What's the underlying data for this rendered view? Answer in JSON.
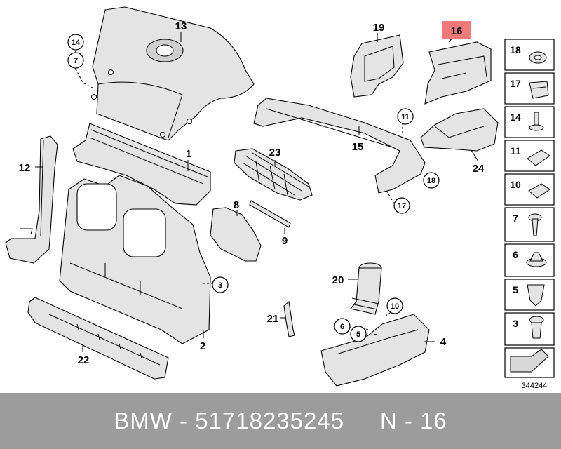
{
  "diagram": {
    "labels": {
      "p1": "1",
      "p2": "2",
      "p4": "4",
      "p8": "8",
      "p9": "9",
      "p12": "12",
      "p13": "13",
      "p15": "15",
      "p16": "16",
      "p19": "19",
      "p20": "20",
      "p21": "21",
      "p22": "22",
      "p23": "23",
      "p24": "24"
    },
    "callouts": {
      "c14": "14",
      "c7": "7",
      "c11": "11",
      "c18": "18",
      "c17": "17",
      "c3": "3",
      "c10": "10",
      "c6": "6",
      "c5": "5"
    },
    "highlight_color": "#f07a7a",
    "legend": [
      "18",
      "17",
      "14",
      "11",
      "10",
      "7",
      "6",
      "5",
      "3"
    ],
    "diagram_number": "344244"
  },
  "footer": {
    "text": "BMW - 51718235245     N - 16"
  }
}
